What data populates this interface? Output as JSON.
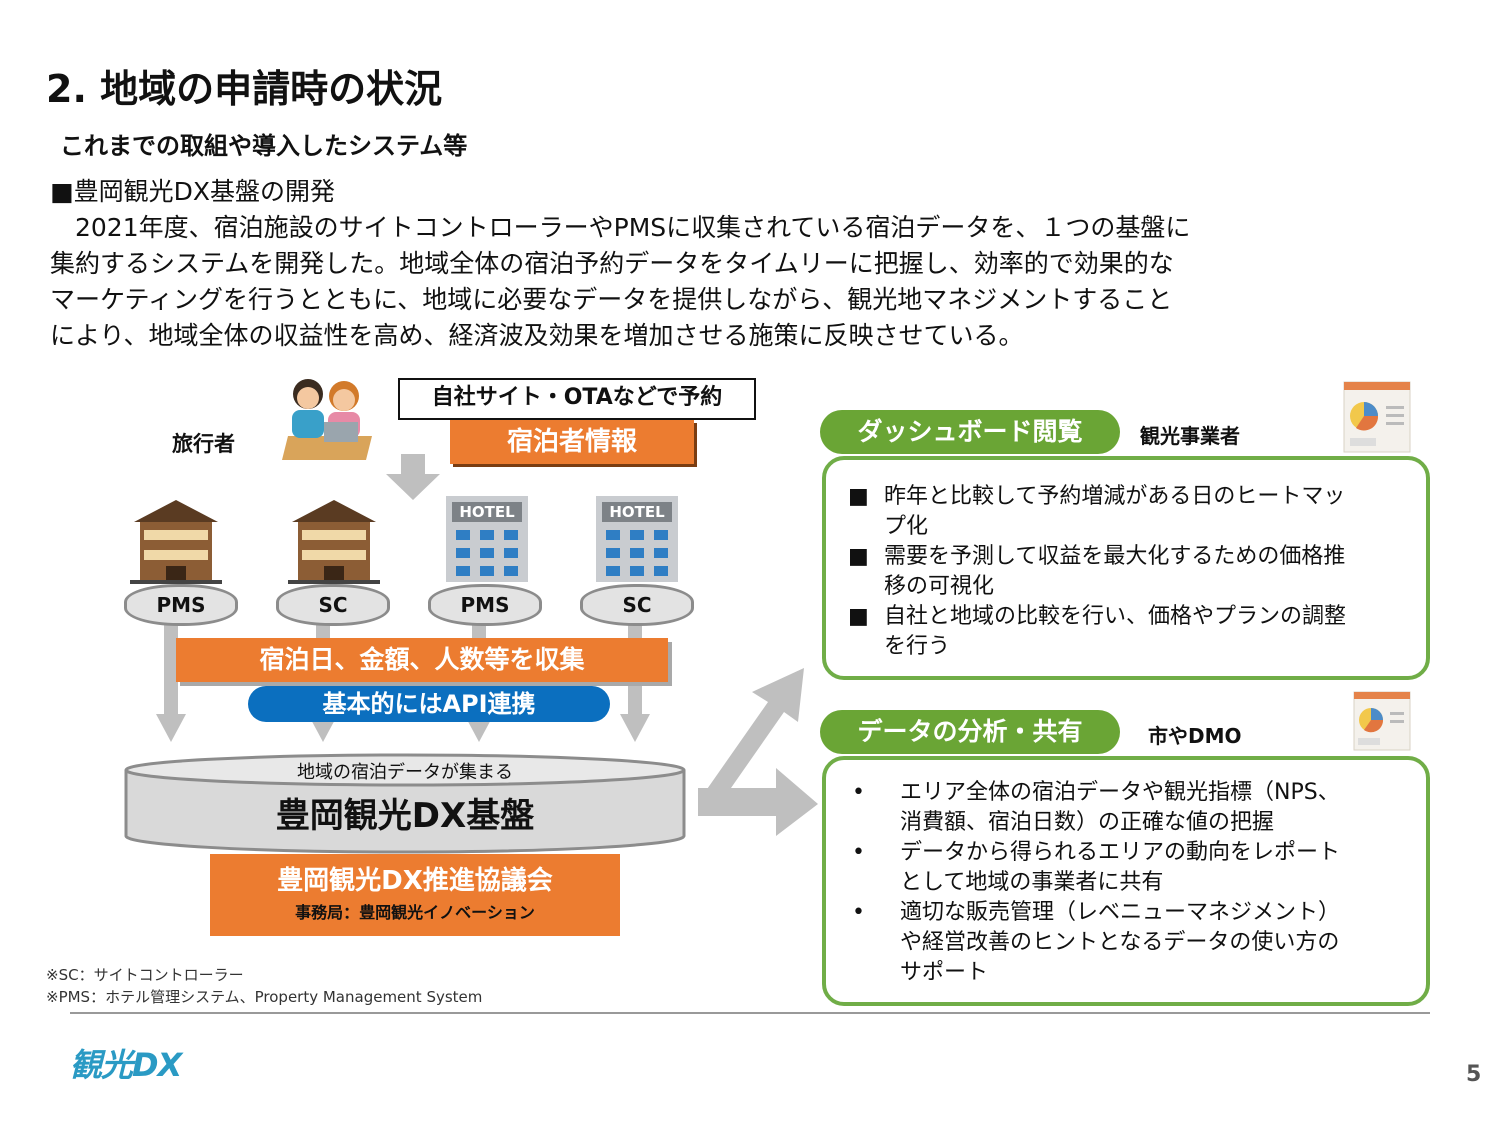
{
  "title": "2. 地域の申請時の状況",
  "subtitle": "これまでの取組や導入したシステム等",
  "section_heading": "■豊岡観光DX基盤の開発",
  "paragraph_lines": [
    "　2021年度、宿泊施設のサイトコントローラーやPMSに収集されている宿泊データを、１つの基盤に",
    "集約するシステムを開発した。地域全体の宿泊予約データをタイムリーに把握し、効率的で効果的な",
    "マーケティングを行うとともに、地域に必要なデータを提供しながら、観光地マネジメントすること",
    "により、地域全体の収益性を高め、経済波及効果を増加させる施策に反映させている。"
  ],
  "diagram": {
    "traveler_label": "旅行者",
    "booking_box": "自社サイト・OTAなどで予約",
    "guest_info": "宿泊者情報",
    "hotel_sign": "HOTEL",
    "systems": [
      "PMS",
      "SC",
      "PMS",
      "SC"
    ],
    "collect_banner": "宿泊日、金額、人数等を収集",
    "api_pill": "基本的にはAPI連携",
    "db_caption": "地域の宿泊データが集まる",
    "db_name": "豊岡観光DX基盤",
    "council_name": "豊岡観光DX推進協議会",
    "council_office": "事務局：豊岡観光イノベーション"
  },
  "dashboard": {
    "pill": "ダッシュボード閲覧",
    "audience": "観光事業者",
    "bullet": "■",
    "items": [
      [
        "昨年と比較して予約増減がある日のヒートマッ",
        "プ化"
      ],
      [
        "需要を予測して収益を最大化するための価格推",
        "移の可視化"
      ],
      [
        "自社と地域の比較を行い、価格やプランの調整",
        "を行う"
      ]
    ]
  },
  "analysis": {
    "pill": "データの分析・共有",
    "audience": "市やDMO",
    "bullet": "•",
    "items": [
      [
        "エリア全体の宿泊データや観光指標（NPS、",
        "消費額、宿泊日数）の正確な値の把握"
      ],
      [
        "データから得られるエリアの動向をレポート",
        "として地域の事業者に共有"
      ],
      [
        "適切な販売管理（レベニューマネジメント）",
        "や経営改善のヒントとなるデータの使い方の",
        "サポート"
      ]
    ]
  },
  "notes": [
    "※SC：サイトコントローラー",
    "※PMS：ホテル管理システム、Property Management System"
  ],
  "logo_text": "観光DX",
  "page_number": "5",
  "colors": {
    "orange": "#ec7c30",
    "green": "#70ad47",
    "blue": "#0b6fbf",
    "gray_arrow": "#bfbfbf"
  }
}
